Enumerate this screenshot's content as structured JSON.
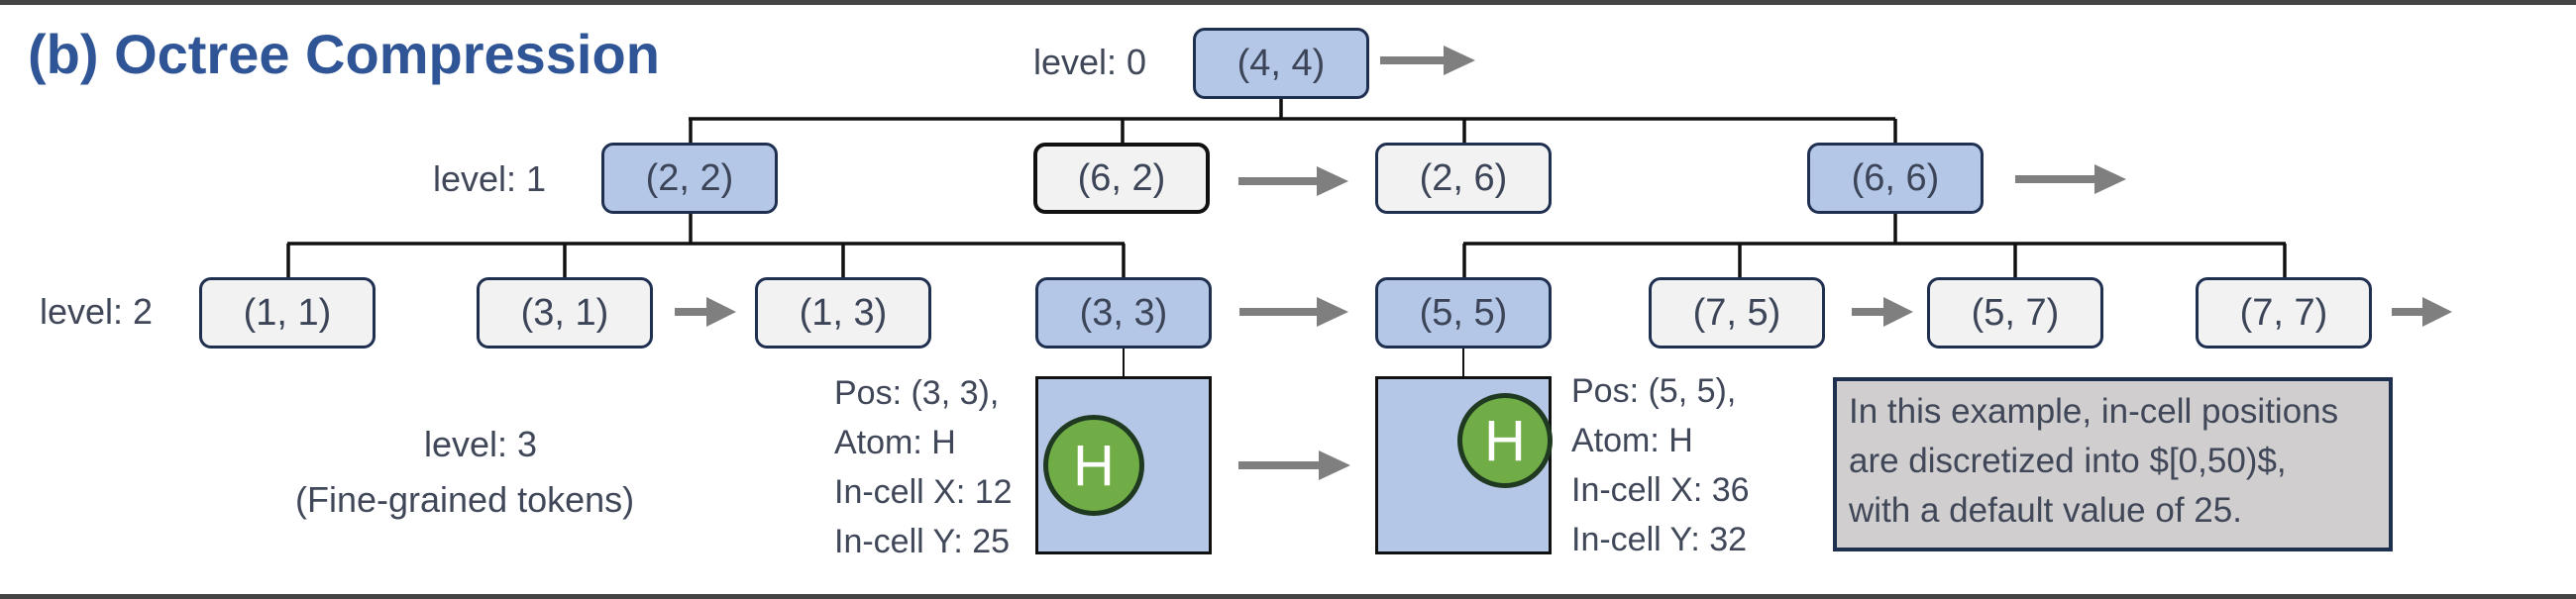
{
  "title": "(b) Octree Compression",
  "levels": {
    "l0": "level: 0",
    "l1": "level: 1",
    "l2": "level: 2",
    "l3_line1": "level: 3",
    "l3_line2": "(Fine-grained tokens)"
  },
  "nodes": {
    "root": "(4, 4)",
    "l1": [
      "(2, 2)",
      "(6, 2)",
      "(2, 6)",
      "(6, 6)"
    ],
    "l2": [
      "(1, 1)",
      "(3, 1)",
      "(1, 3)",
      "(3, 3)",
      "(5, 5)",
      "(7, 5)",
      "(5, 7)",
      "(7, 7)"
    ]
  },
  "tokens": [
    {
      "atom": "H",
      "lines": [
        "Pos: (3, 3),",
        "Atom: H",
        "In-cell X: 12",
        "In-cell Y: 25"
      ]
    },
    {
      "atom": "H",
      "lines": [
        "Pos: (5, 5),",
        "Atom: H",
        "In-cell X: 36",
        "In-cell Y: 32"
      ]
    }
  ],
  "note": [
    "In this example, in-cell positions",
    "are discretized into $[0,50)$,",
    "with a default value of 25."
  ],
  "colors": {
    "title": "#2f5597",
    "node_occupied": "#b4c7e7",
    "node_empty": "#f2f2f2",
    "atom": "#70ad47",
    "arrow": "#7f7f7f",
    "note_bg": "#d0cece"
  }
}
